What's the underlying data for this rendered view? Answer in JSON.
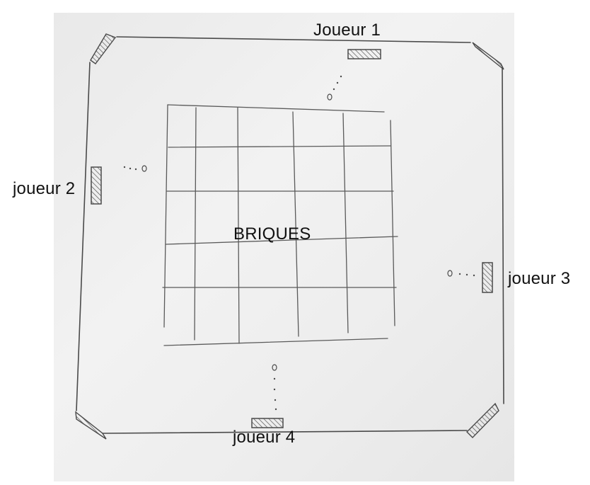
{
  "labels": {
    "player1": "Joueur 1",
    "player2": "joueur 2",
    "player3": "joueur 3",
    "player4": "joueur 4",
    "bricks": "BRIQUES"
  },
  "colors": {
    "paper": "#ececec",
    "pencil": "#4a4a4a"
  }
}
